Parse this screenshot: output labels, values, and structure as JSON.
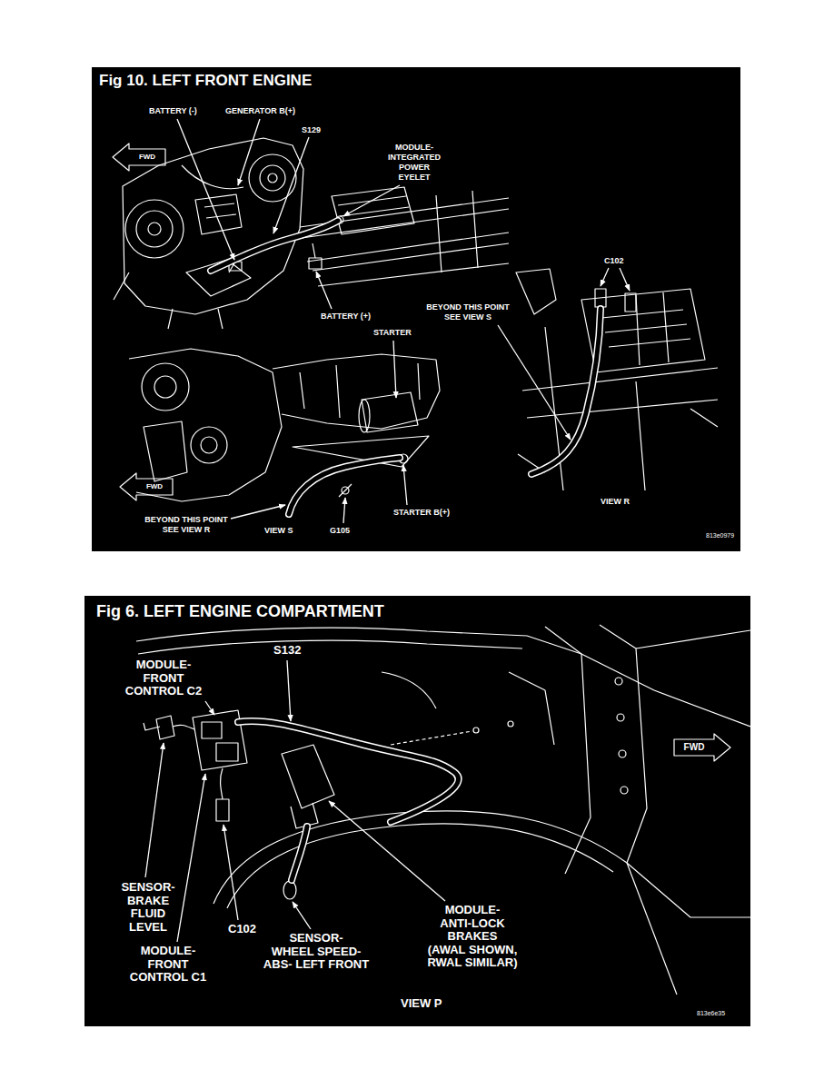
{
  "diagram": {
    "nodes": [
      {
        "text": [
          "Fig 10. LEFT FRONT ENGINE"
        ]
      },
      {
        "text": [
          "Fig 6. LEFT ENGINE COMPARTMENT"
        ]
      }
    ],
    "labels": [
      "BATTERY (-)",
      "GENERATOR B(+)",
      "S129",
      "FWD",
      "MODULE- INTEGRATED POWER EYELET",
      "C102",
      "BEYOND THIS POINT SEE VIEW S",
      "BATTERY (+)",
      "STARTER",
      "FWD",
      "VIEW R",
      "STARTER B(+)",
      "BEYOND THIS POINT SEE VIEW R",
      "VIEW S",
      "G105",
      "813e0979",
      "MODULE- FRONT CONTROL C2",
      "S132",
      "FWD",
      "SENSOR- BRAKE FLUID LEVEL",
      "MODULE- ANTI-LOCK BRAKES (AWAL SHOWN, RWAL SIMILAR)",
      "C102",
      "SENSOR- WHEEL SPEED- ABS- LEFT FRONT",
      "MODULE- FRONT CONTROL C1",
      "VIEW P",
      "813e6e35"
    ]
  }
}
